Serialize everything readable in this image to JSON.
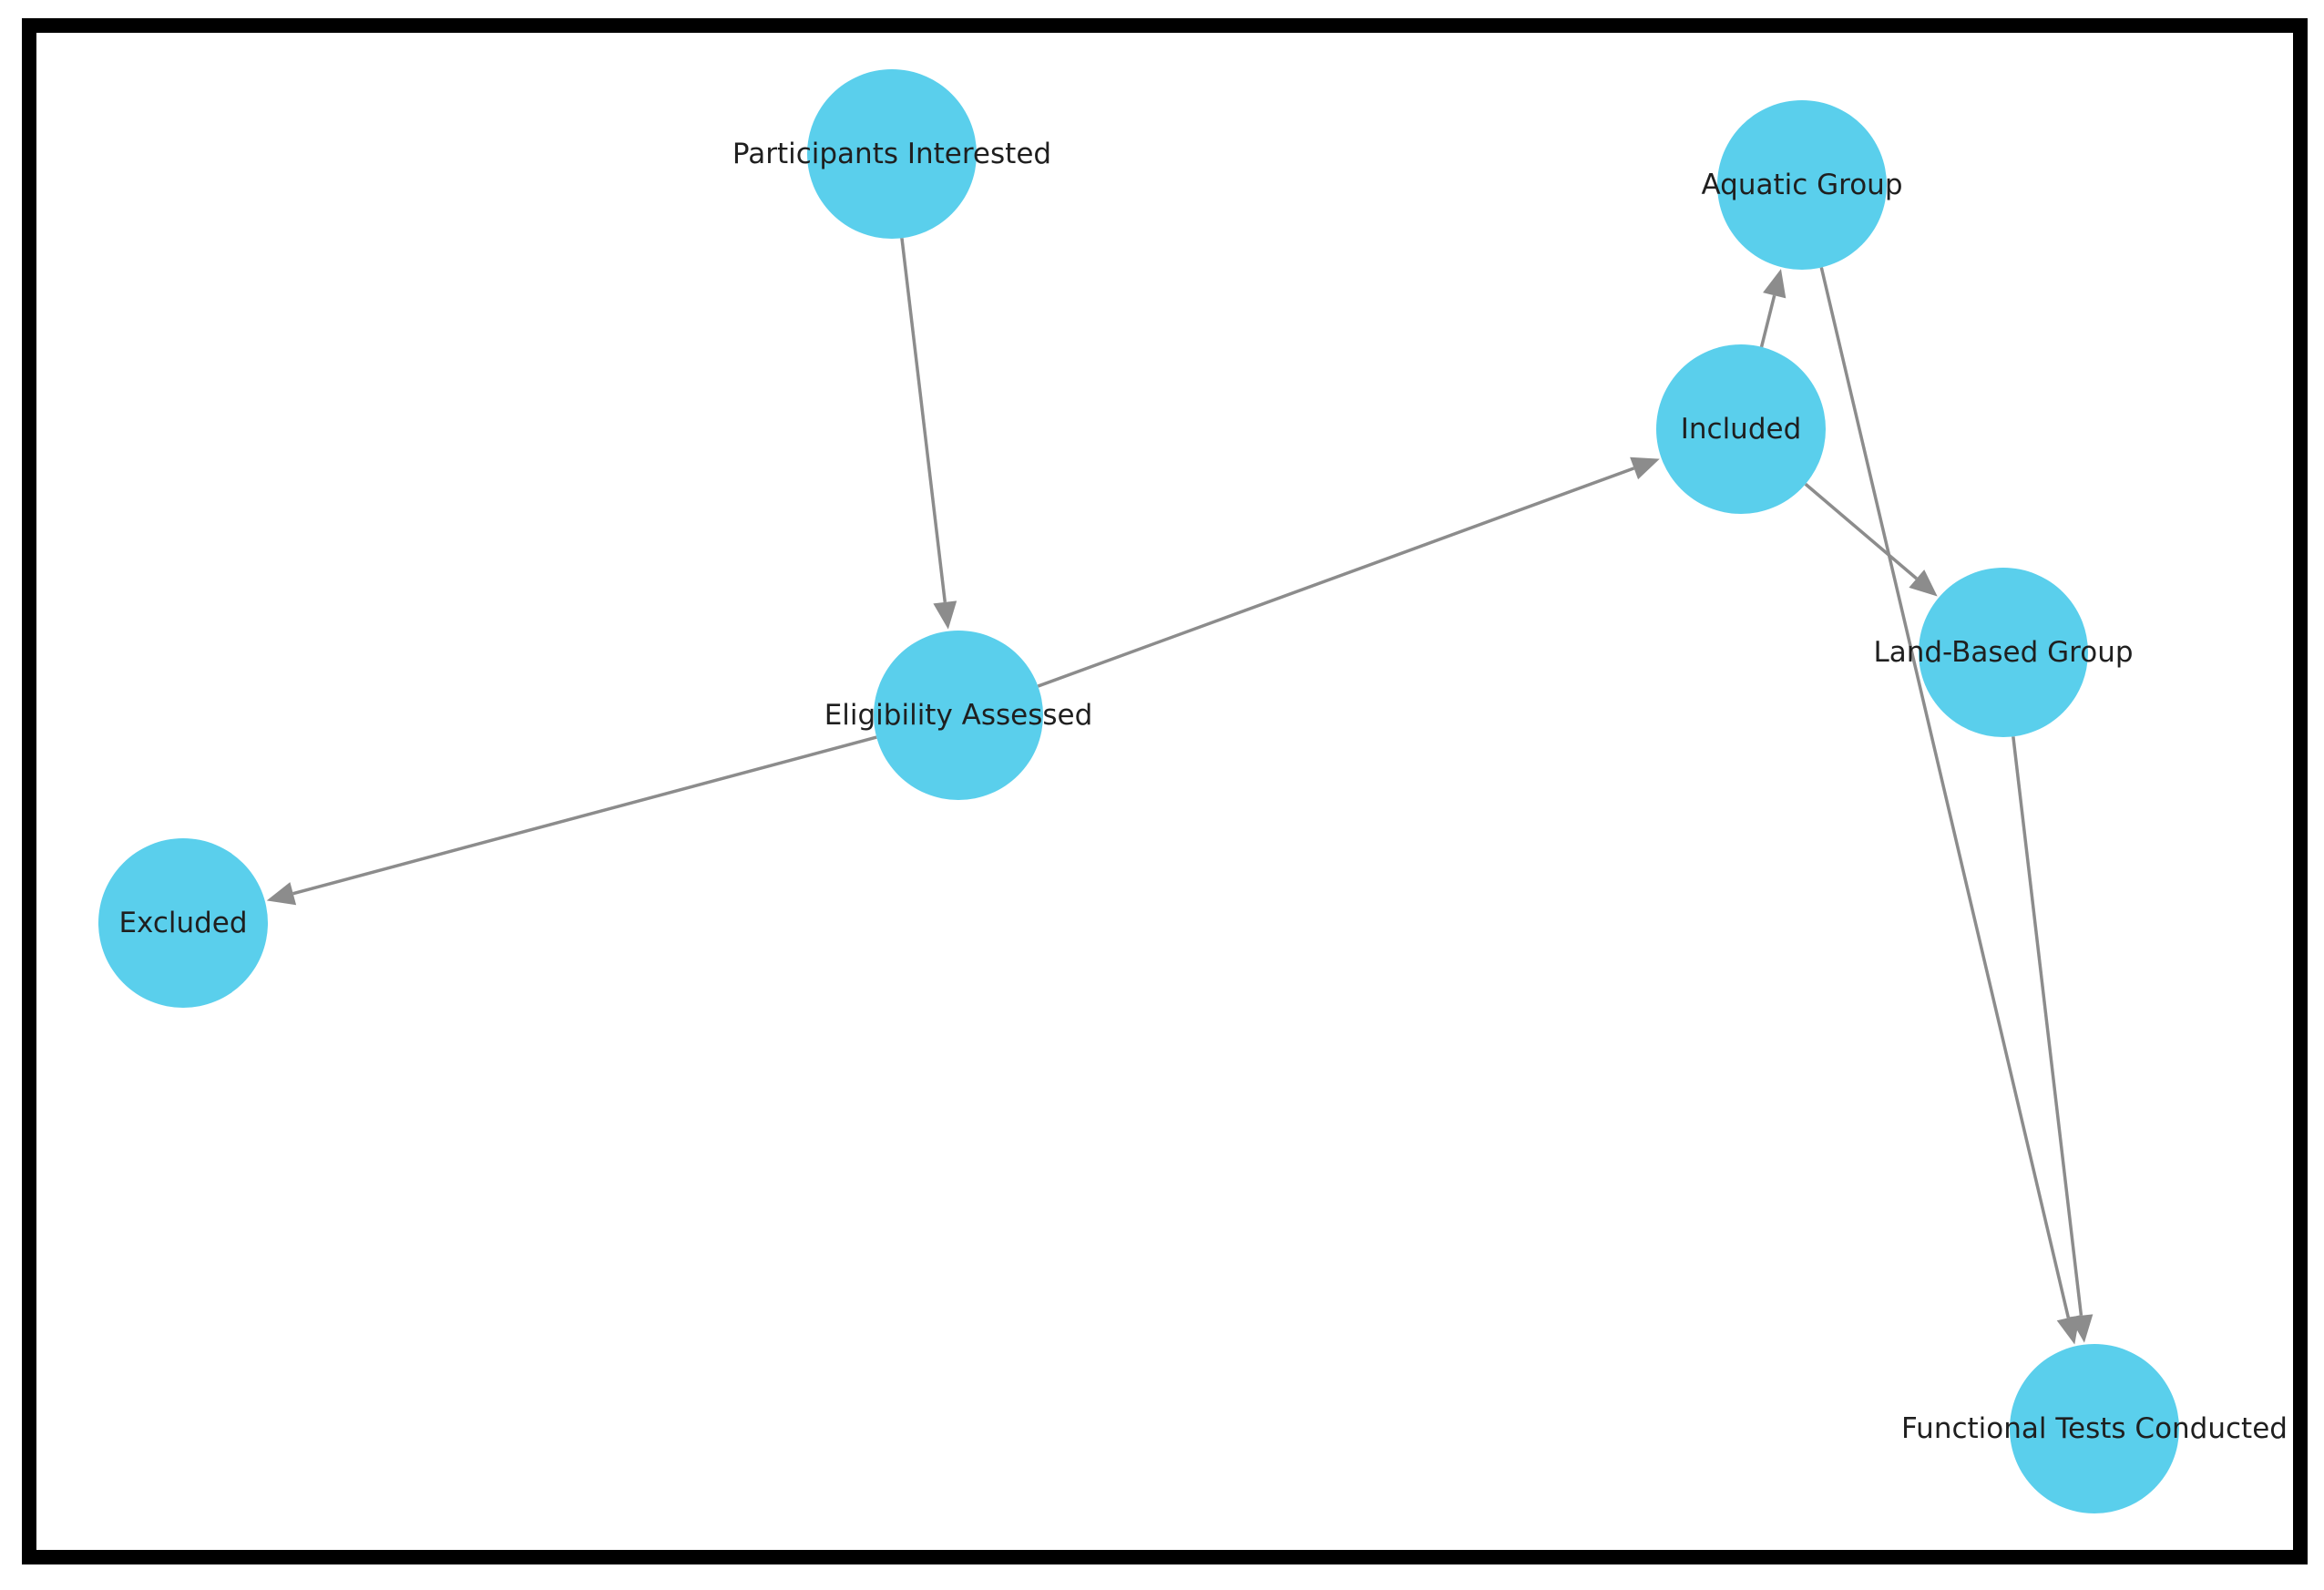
{
  "diagram": {
    "type": "directed-graph",
    "colors": {
      "node_fill": "#5acfec",
      "edge": "#8c8c8c",
      "label": "#1f1f1f",
      "frame": "#000000",
      "background": "#ffffff"
    },
    "nodes": [
      {
        "id": "participants-interested",
        "label": "Participants Interested"
      },
      {
        "id": "eligibility-assessed",
        "label": "Eligibility Assessed"
      },
      {
        "id": "excluded",
        "label": "Excluded"
      },
      {
        "id": "included",
        "label": "Included"
      },
      {
        "id": "aquatic-group",
        "label": "Aquatic Group"
      },
      {
        "id": "land-based-group",
        "label": "Land-Based Group"
      },
      {
        "id": "functional-tests-conducted",
        "label": "Functional Tests Conducted"
      }
    ],
    "edges": [
      {
        "from": "participants-interested",
        "to": "eligibility-assessed"
      },
      {
        "from": "eligibility-assessed",
        "to": "excluded"
      },
      {
        "from": "eligibility-assessed",
        "to": "included"
      },
      {
        "from": "included",
        "to": "aquatic-group"
      },
      {
        "from": "included",
        "to": "land-based-group"
      },
      {
        "from": "aquatic-group",
        "to": "functional-tests-conducted"
      },
      {
        "from": "land-based-group",
        "to": "functional-tests-conducted"
      }
    ]
  }
}
